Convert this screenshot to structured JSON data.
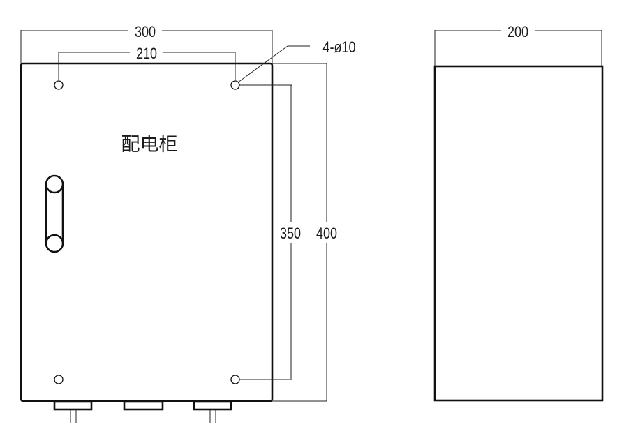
{
  "front_view": {
    "title": "配电柜",
    "width_label": "300",
    "hole_spacing_label": "210",
    "hole_note_label": "4-ø10",
    "hole_vertical_label": "350",
    "height_label": "400"
  },
  "side_view": {
    "depth_label": "200"
  },
  "colors": {
    "line": "#111111",
    "background": "#ffffff"
  }
}
